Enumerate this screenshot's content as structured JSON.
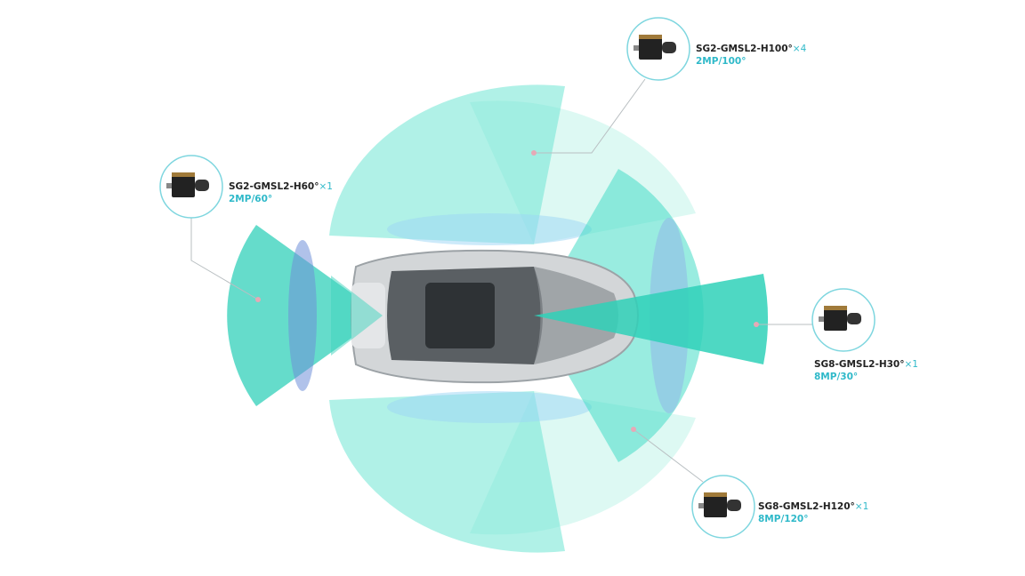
{
  "cameras": [
    {
      "model": "SG2-GMSL2-H100°",
      "mult": "×4",
      "spec": "2MP/100°"
    },
    {
      "model": "SG2-GMSL2-H60°",
      "mult": "×1",
      "spec": "2MP/60°"
    },
    {
      "model": "SG8-GMSL2-H30°",
      "mult": "×1",
      "spec": "8MP/30°"
    },
    {
      "model": "SG8-GMSL2-H120°",
      "mult": "×1",
      "spec": "8MP/120°"
    }
  ],
  "colors": {
    "fov": "#5fe3cf",
    "fov_light": "#c9f5ee",
    "accent": "#2fb9c9",
    "ring": "#7ed6df",
    "car_body": "#c9cdd0"
  }
}
